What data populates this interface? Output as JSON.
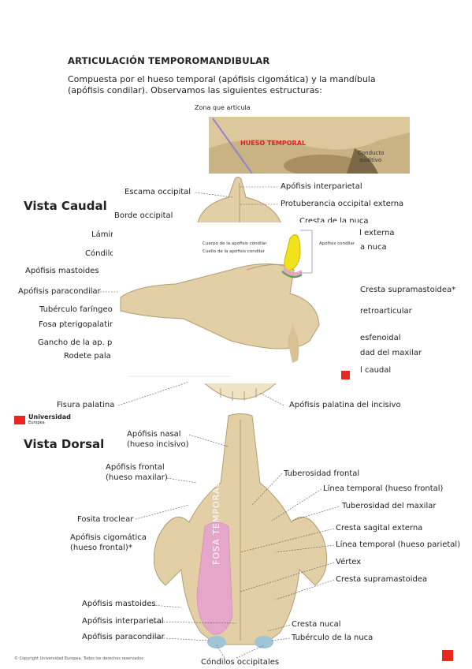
{
  "document": {
    "title": "ARTICULACIÓN TEMPOROMANDIBULAR",
    "intro": "Compuesta por el hueso temporal (apófisis cigomática) y la mandíbula (apófisis condilar). Observamos las siguientes estructuras:"
  },
  "top_panel": {
    "zone_label": "Zona que articula",
    "bone_label": "HUESO TEMPORAL",
    "canal_label_1": "Conducto",
    "canal_label_2": "auditivo"
  },
  "caudal": {
    "heading": "Vista Caudal",
    "left_labels": [
      "Escama occipital",
      "Borde occipital",
      "Lámin",
      "Cóndilo",
      "Apófisis mastoides",
      "Apófisis paracondilar",
      "Tubérculo faríngeo",
      "Fosa pterigopalatin",
      "Gancho de la ap. p",
      "Rodete pala",
      "Fisura palatina"
    ],
    "right_labels": [
      "Apófisis interparietal",
      "Protuberancia occipital externa",
      "Cresta de la nuca",
      "al externa",
      "a nuca",
      "Cresta supramastoidea*",
      "retroarticular",
      "esfenoidal",
      "dad del maxilar",
      "l caudal",
      "Apófisis palatina del incisivo"
    ],
    "small_labels": [
      "Cuerpo de la apófisis condilar",
      "Cuello de la apófisis condilar",
      "Apófisis condilar"
    ]
  },
  "dorsal": {
    "heading": "Vista Dorsal",
    "logo_text": "Universidad",
    "logo_sub": "Europea",
    "left_labels": [
      "Apófisis nasal",
      "(hueso incisivo)",
      "Apófisis frontal",
      "(hueso maxilar)",
      "Fosita troclear",
      "Apófisis cigomática",
      "(hueso frontal)*",
      "Apófisis mastoides",
      "Apófisis interparietal",
      "Apófisis paracondilar"
    ],
    "right_labels": [
      "Tuberosidad frontal",
      "Línea temporal (hueso frontal)",
      "Tuberosidad del maxilar",
      "Cresta sagital externa",
      "Línea temporal (hueso parietal)",
      "Vértex",
      "Cresta supramastoidea",
      "Cresta nucal",
      "Tubérculo de la nuca"
    ],
    "bottom_label": "Cóndilos occipitales",
    "fossa_label": "FOSA TEMPORAL"
  },
  "footer": {
    "copyright": "© Copyright Universidad Europea. Todos los derechos reservados"
  },
  "colors": {
    "accent_red": "#e8281f",
    "bone": "#e2cfa6",
    "bone_shadow": "#b39c72",
    "fossa_pink": "#e6a6c9",
    "condyle_yellow": "#f2e21c",
    "condyle_blue": "#9fc4d8",
    "temporal_label": "#d3272a"
  }
}
